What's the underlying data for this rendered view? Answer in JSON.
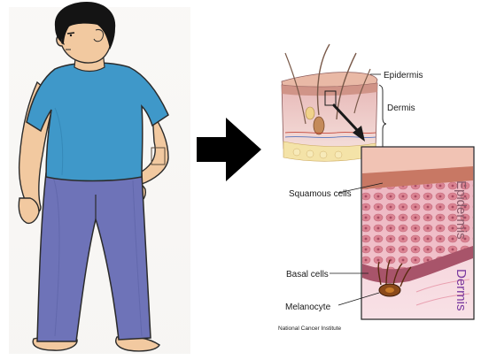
{
  "labels": {
    "epidermis": "Epidermis",
    "dermis": "Dermis",
    "squamous_cells": "Squamous cells",
    "basal_cells": "Basal cells",
    "melanocyte": "Melanocyte",
    "zoom_epidermis": "Epidermis",
    "zoom_dermis": "Dermis"
  },
  "credit": "National Cancer Institute",
  "colors": {
    "shirt": "#3f98c9",
    "pants": "#6e73b8",
    "skin": "#f2c9a0",
    "hair": "#141414",
    "epidermis_layer": "#c98a7a",
    "dermis_layer": "#f1c6c4",
    "zoom_dermis_label": "#7a3aa0",
    "zoom_epidermis_label": "#8a5a6a",
    "arrow": "#000000"
  },
  "icons": {
    "arrow": "right-arrow-icon",
    "highlight": "highlight-box-icon"
  }
}
